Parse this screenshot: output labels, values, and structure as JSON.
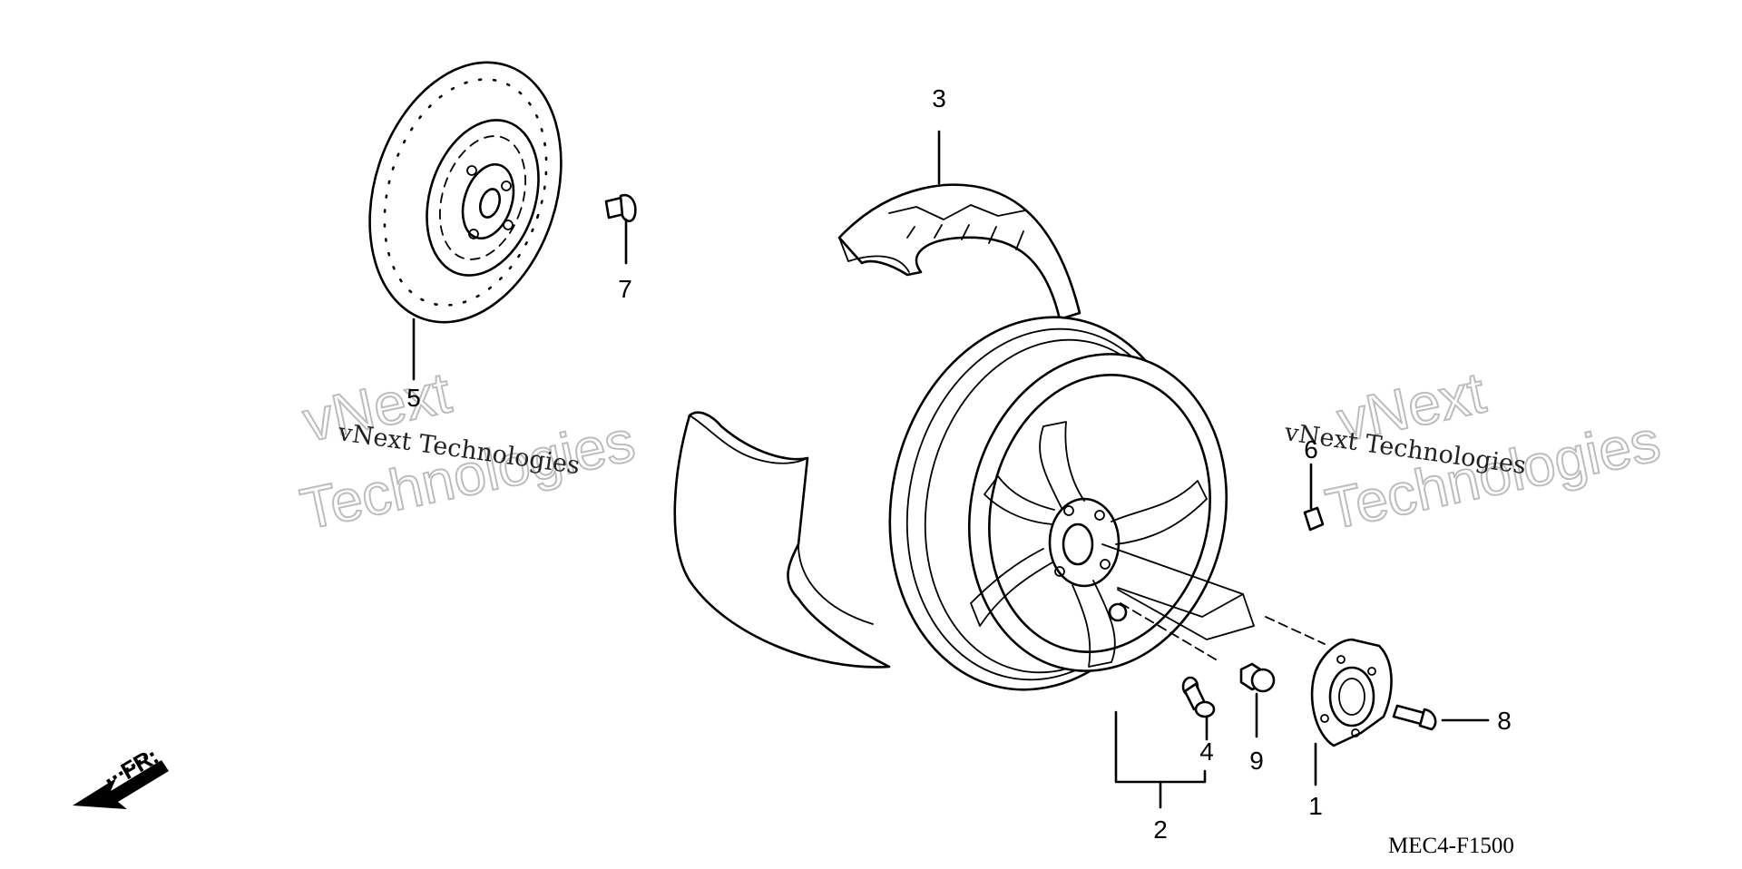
{
  "diagram_code": "MEC4-F1500",
  "direction_label": "FR.",
  "watermark": {
    "line_small": "vNext Technologies",
    "line_big_top": "vNext",
    "line_big_bottom": "Technologies"
  },
  "callouts": {
    "c1": "1",
    "c2": "2",
    "c3": "3",
    "c4": "4",
    "c5": "5",
    "c6": "6",
    "c7": "7",
    "c8": "8",
    "c9": "9"
  },
  "colors": {
    "line": "#000000",
    "background": "#ffffff",
    "watermark_outline": "#bdbdbd"
  }
}
